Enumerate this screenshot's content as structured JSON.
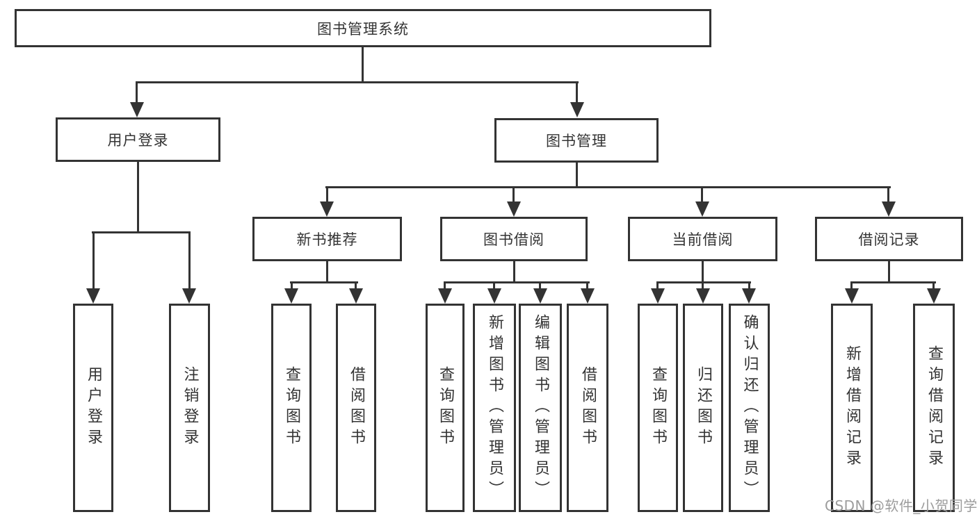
{
  "diagram": {
    "title": "图书管理系统",
    "root": {
      "label": "图书管理系统"
    },
    "branches": [
      {
        "label": "用户登录",
        "children": [
          {
            "label": "用户登录"
          },
          {
            "label": "注销登录"
          }
        ]
      },
      {
        "label": "图书管理",
        "children": [
          {
            "label": "新书推荐",
            "children": [
              {
                "label": "查询图书"
              },
              {
                "label": "借阅图书"
              }
            ]
          },
          {
            "label": "图书借阅",
            "children": [
              {
                "label": "查询图书"
              },
              {
                "label": "新增图书（管理员）"
              },
              {
                "label": "编辑图书（管理员）"
              },
              {
                "label": "借阅图书"
              }
            ]
          },
          {
            "label": "当前借阅",
            "children": [
              {
                "label": "查询图书"
              },
              {
                "label": "归还图书"
              },
              {
                "label": "确认归还（管理员）"
              }
            ]
          },
          {
            "label": "借阅记录",
            "children": [
              {
                "label": "新增借阅记录"
              },
              {
                "label": "查询借阅记录"
              }
            ]
          }
        ]
      }
    ]
  },
  "watermark": {
    "text": "CSDN @软件_小贺同学"
  },
  "colors": {
    "line": "#333333",
    "border": "#333333",
    "text": "#333333",
    "watermark": "#9c9c9c",
    "background": "#ffffff"
  }
}
